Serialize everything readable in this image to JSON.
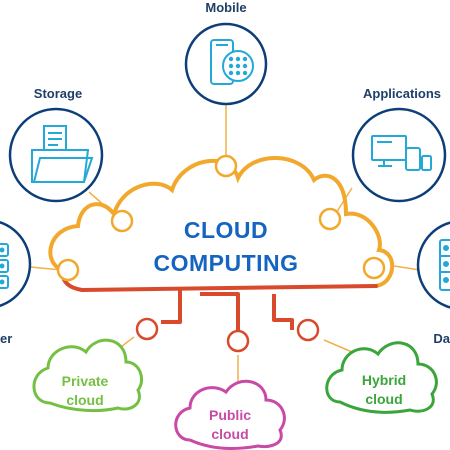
{
  "title": {
    "line1": "CLOUD",
    "line2": "COMPUTING"
  },
  "nodes": {
    "mobile": {
      "label": "Mobile",
      "icon": "mobile-phone-icon"
    },
    "storage": {
      "label": "Storage",
      "icon": "folder-documents-icon"
    },
    "applications": {
      "label": "Applications",
      "icon": "computer-devices-icon"
    },
    "server": {
      "label": "er",
      "icon": "server-icon"
    },
    "database": {
      "label": "Da",
      "icon": "database-icon"
    }
  },
  "clouds": {
    "private": {
      "line1": "Private",
      "line2": "cloud"
    },
    "public": {
      "line1": "Public",
      "line2": "cloud"
    },
    "hybrid": {
      "line1": "Hybrid",
      "line2": "cloud"
    }
  },
  "colors": {
    "title": "#1565c0",
    "node_label": "#1f3f66",
    "circle_stroke": "#0d3e7a",
    "icon": "#23a8d8",
    "cloud_top": "#f2a82c",
    "cloud_bottom": "#d94a2c",
    "private": "#74c043",
    "public": "#c94aa6",
    "hybrid": "#3aa53a"
  }
}
